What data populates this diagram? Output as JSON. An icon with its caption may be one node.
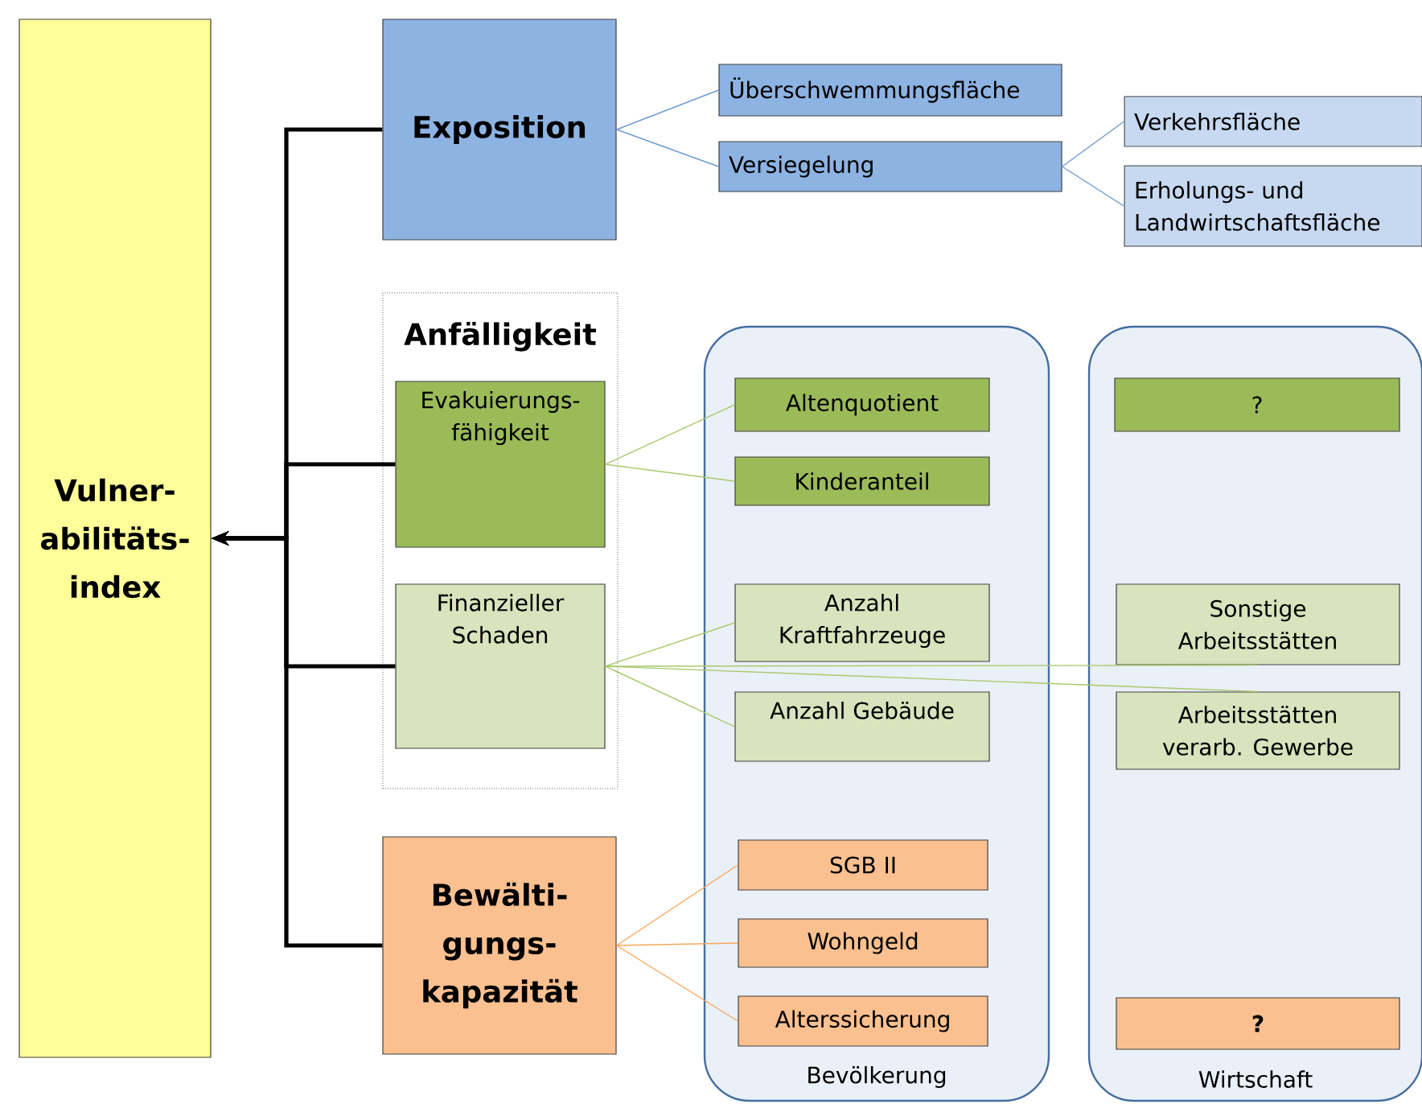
{
  "diagram": {
    "nodes": [
      {
        "text": [
          "Vulner- abilitäts- index"
        ]
      },
      {
        "text": [
          "Exposition"
        ]
      },
      {
        "text": [
          "Anfälligkeit"
        ]
      },
      {
        "text": [
          "Evakuierungs- fähigkeit"
        ],
        "in": 2
      },
      {
        "text": [
          "Finanzieller Schaden"
        ],
        "in": 2
      },
      {
        "text": [
          "Bewälti- gungs- kapazität"
        ]
      },
      {
        "text": [
          "Überschwemmungsfläche"
        ]
      },
      {
        "text": [
          "Versiegelung"
        ]
      },
      {
        "text": [
          "Verkehrsfläche"
        ]
      },
      {
        "text": [
          "Erholungs- und Landwirtschaftsfläche"
        ]
      },
      {
        "text": [
          "Bevölkerung"
        ]
      },
      {
        "text": [
          "Altenquotient"
        ],
        "in": 10
      },
      {
        "text": [
          "Kinderanteil"
        ],
        "in": 10
      },
      {
        "text": [
          "Anzahl Kraftfahrzeuge"
        ],
        "in": 10
      },
      {
        "text": [
          "Anzahl Gebäude"
        ],
        "in": 10
      },
      {
        "text": [
          "SGB II"
        ],
        "in": 10
      },
      {
        "text": [
          "Wohngeld"
        ],
        "in": 10
      },
      {
        "text": [
          "Alterssicherung"
        ],
        "in": 10
      },
      {
        "text": [
          "Wirtschaft"
        ]
      },
      {
        "text": [
          "?"
        ],
        "in": 18
      },
      {
        "text": [
          "Sonstige Arbeitsstätten"
        ],
        "in": 18
      },
      {
        "text": [
          "Arbeitsstätten verarb. Gewerbe"
        ],
        "in": 18
      },
      {
        "text": [
          "?"
        ],
        "in": 18
      }
    ],
    "edges": [
      {
        "from": 1,
        "to": 0,
        "arrow": "to",
        "style": "thick",
        "color": "#000000"
      },
      {
        "from": 3,
        "to": 0,
        "arrow": "to",
        "style": "thick",
        "color": "#000000"
      },
      {
        "from": 4,
        "to": 0,
        "arrow": "to",
        "style": "thick",
        "color": "#000000"
      },
      {
        "from": 5,
        "to": 0,
        "arrow": "to",
        "style": "thick",
        "color": "#000000"
      },
      {
        "from": 1,
        "to": 6,
        "arrow": "none",
        "color": "#6f9bd1"
      },
      {
        "from": 1,
        "to": 7,
        "arrow": "none",
        "color": "#6f9bd1"
      },
      {
        "from": 7,
        "to": 8,
        "arrow": "none",
        "color": "#6f9bd1"
      },
      {
        "from": 7,
        "to": 9,
        "arrow": "none",
        "color": "#6f9bd1"
      },
      {
        "from": 3,
        "to": 11,
        "arrow": "none",
        "color": "#a9c96b"
      },
      {
        "from": 3,
        "to": 12,
        "arrow": "none",
        "color": "#a9c96b"
      },
      {
        "from": 4,
        "to": 13,
        "arrow": "none",
        "color": "#a9c96b"
      },
      {
        "from": 4,
        "to": 14,
        "arrow": "none",
        "color": "#a9c96b"
      },
      {
        "from": 4,
        "to": 20,
        "arrow": "none",
        "color": "#a9c96b"
      },
      {
        "from": 4,
        "to": 21,
        "arrow": "none",
        "color": "#a9c96b"
      },
      {
        "from": 5,
        "to": 15,
        "arrow": "none",
        "color": "#f9a65a"
      },
      {
        "from": 5,
        "to": 16,
        "arrow": "none",
        "color": "#f9a65a"
      },
      {
        "from": 5,
        "to": 17,
        "arrow": "none",
        "color": "#f9a65a"
      }
    ]
  }
}
